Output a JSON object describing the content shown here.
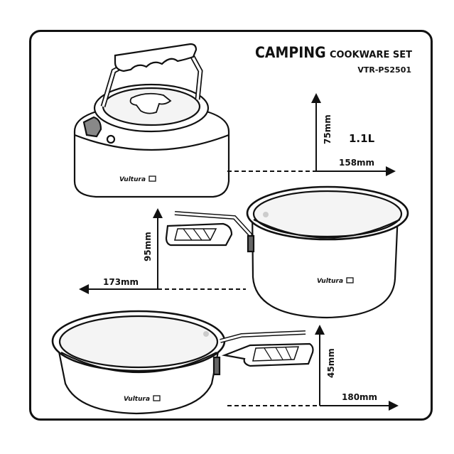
{
  "title": {
    "main": "CAMPING",
    "sub": "COOKWARE SET"
  },
  "model": "VTR-PS2501",
  "brand": "Vultura",
  "kettle": {
    "capacity": "1.1L",
    "height": "75mm",
    "width": "158mm"
  },
  "pot": {
    "height": "95mm",
    "width": "173mm"
  },
  "pan": {
    "height": "45mm",
    "width": "180mm"
  },
  "colors": {
    "line": "#111111",
    "body": "#ffffff",
    "inner": "#f2f2f2"
  }
}
